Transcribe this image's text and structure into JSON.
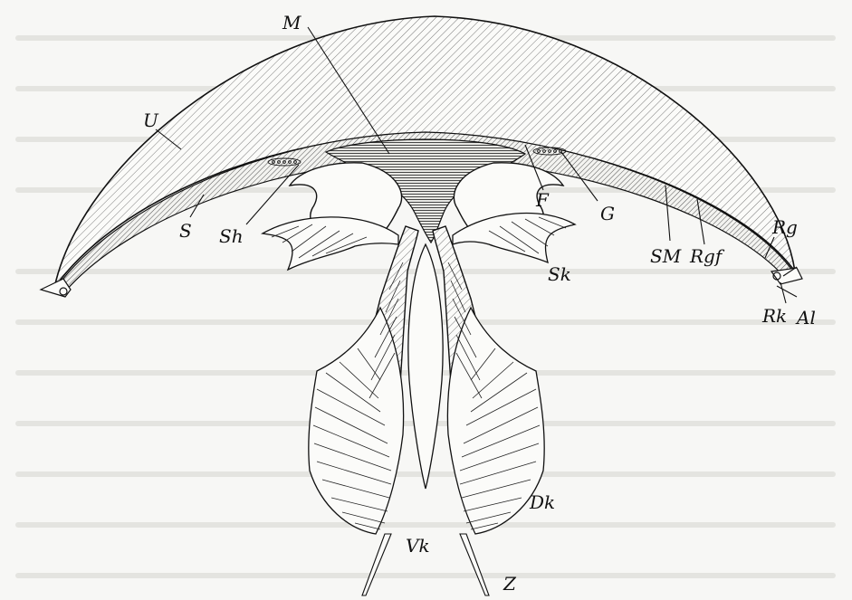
{
  "figure": {
    "colors": {
      "ink": "#111111",
      "paper": "#f7f7f5",
      "bleed_text": "#d9d9d6"
    },
    "labels": {
      "M": "M",
      "U": "U",
      "S": "S",
      "Sh": "Sh",
      "F": "F",
      "G": "G",
      "Rg": "Rg",
      "Rgf": "Rgf",
      "SM": "SM",
      "Sk": "Sk",
      "Al": "Al",
      "Rk": "Rk",
      "Dk": "Dk",
      "Vk": "Vk",
      "Z": "Z"
    }
  }
}
